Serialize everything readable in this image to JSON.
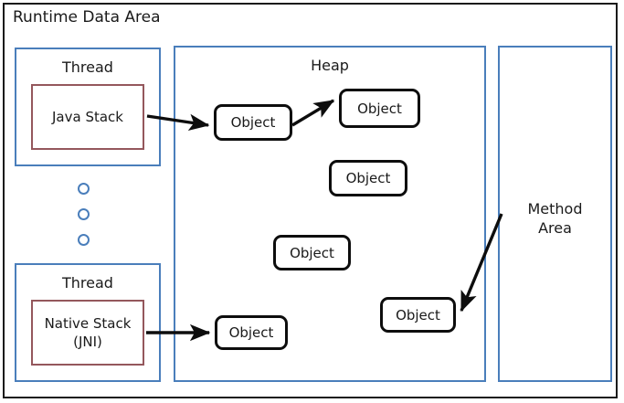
{
  "diagram": {
    "title": "Runtime Data Area",
    "regions": {
      "thread_top": {
        "label": "Thread",
        "stack_label": "Java Stack"
      },
      "thread_bottom": {
        "label": "Thread",
        "stack_label_line1": "Native Stack",
        "stack_label_line2": "(JNI)"
      },
      "heap": {
        "label": "Heap",
        "objects": [
          {
            "label": "Object"
          },
          {
            "label": "Object"
          },
          {
            "label": "Object"
          },
          {
            "label": "Object"
          },
          {
            "label": "Object"
          },
          {
            "label": "Object"
          }
        ]
      },
      "method_area": {
        "label_line1": "Method",
        "label_line2": "Area"
      }
    },
    "colors": {
      "frame": "#1a1a1a",
      "region_border": "#4a7ebb",
      "stack_border": "#94575c",
      "object_border": "#0d0d0d",
      "text": "#1a1a1a",
      "background": "#ffffff"
    },
    "arrows": [
      {
        "from": "Java Stack",
        "to": "Object 1"
      },
      {
        "from": "Object 1",
        "to": "Object 2"
      },
      {
        "from": "Native Stack (JNI)",
        "to": "Object 5"
      },
      {
        "from": "Method Area",
        "to": "Object 6"
      }
    ]
  }
}
